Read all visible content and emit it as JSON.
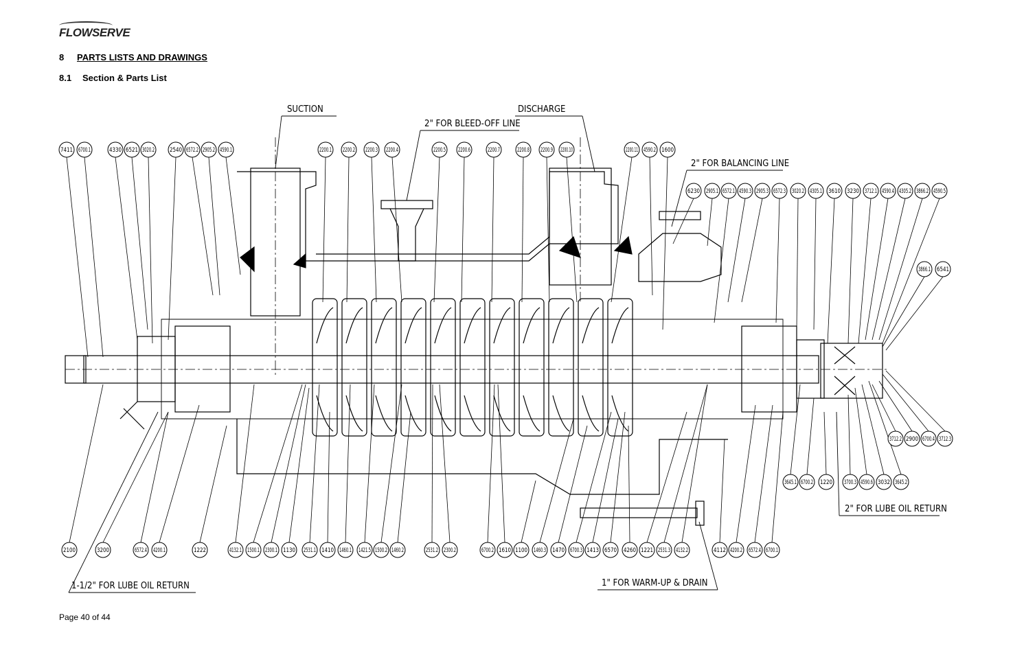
{
  "header": {
    "logo_text": "FLOWSERVE"
  },
  "section": {
    "number": "8",
    "title": "PARTS LISTS AND DRAWINGS"
  },
  "subsection": {
    "number": "8.1",
    "title": "Section & Parts List"
  },
  "drawing": {
    "labels": {
      "suction": "SUCTION",
      "discharge": "DISCHARGE",
      "bleed": "2\" FOR BLEED-OFF LINE",
      "balancing": "2\" FOR BALANCING LINE",
      "lube_right": "2\" FOR LUBE OIL RETURN",
      "lube_left": "1-1/2\" FOR LUBE OIL RETURN",
      "warmup": "1\" FOR WARM-UP & DRAIN"
    },
    "top_left_row": [
      "7411",
      "6700.1",
      "4330",
      "6521",
      "3020.2",
      "2540",
      "6572.2",
      "2905.2",
      "4590.1"
    ],
    "top_center_row": [
      "2200.1",
      "2200.2",
      "2200.3",
      "2200.4",
      "2200.5",
      "2200.6",
      "2200.7",
      "2200.8",
      "2200.9",
      "2200.10",
      "2200.11",
      "4590.2",
      "1600"
    ],
    "right_top_row": [
      "6230",
      "2905.1",
      "6572.1",
      "4590.3",
      "2905.3",
      "6572.3",
      "3020.2",
      "4305.1",
      "3610",
      "3230",
      "3712.1",
      "4590.4",
      "4305.2",
      "3866.2",
      "4590.5"
    ],
    "right_mid": [
      "3866.1",
      "6541"
    ],
    "right_lower": [
      "3712.2",
      "2900",
      "6700.4",
      "3712.3"
    ],
    "right_bottom": [
      "3645.1",
      "6700.2",
      "1220",
      "3700.3",
      "4590.6",
      "3032",
      "3645.2"
    ],
    "bottom_row": [
      "2100",
      "3200",
      "6572.4",
      "4200.1",
      "1222",
      "4132.1",
      "1500.1",
      "2300.1",
      "1130",
      "2531.1",
      "1410",
      "1460.1",
      "1421.5",
      "1500.2",
      "1460.2",
      "2531.2",
      "2300.2",
      "6700.2",
      "1610",
      "1100",
      "1460.3",
      "1470",
      "6700.3",
      "1413",
      "6570",
      "4260",
      "1221",
      "2531.3",
      "4132.2",
      "4112",
      "4200.2",
      "6572.4",
      "6700.1"
    ]
  },
  "footer": {
    "page": "Page 40 of 44"
  }
}
